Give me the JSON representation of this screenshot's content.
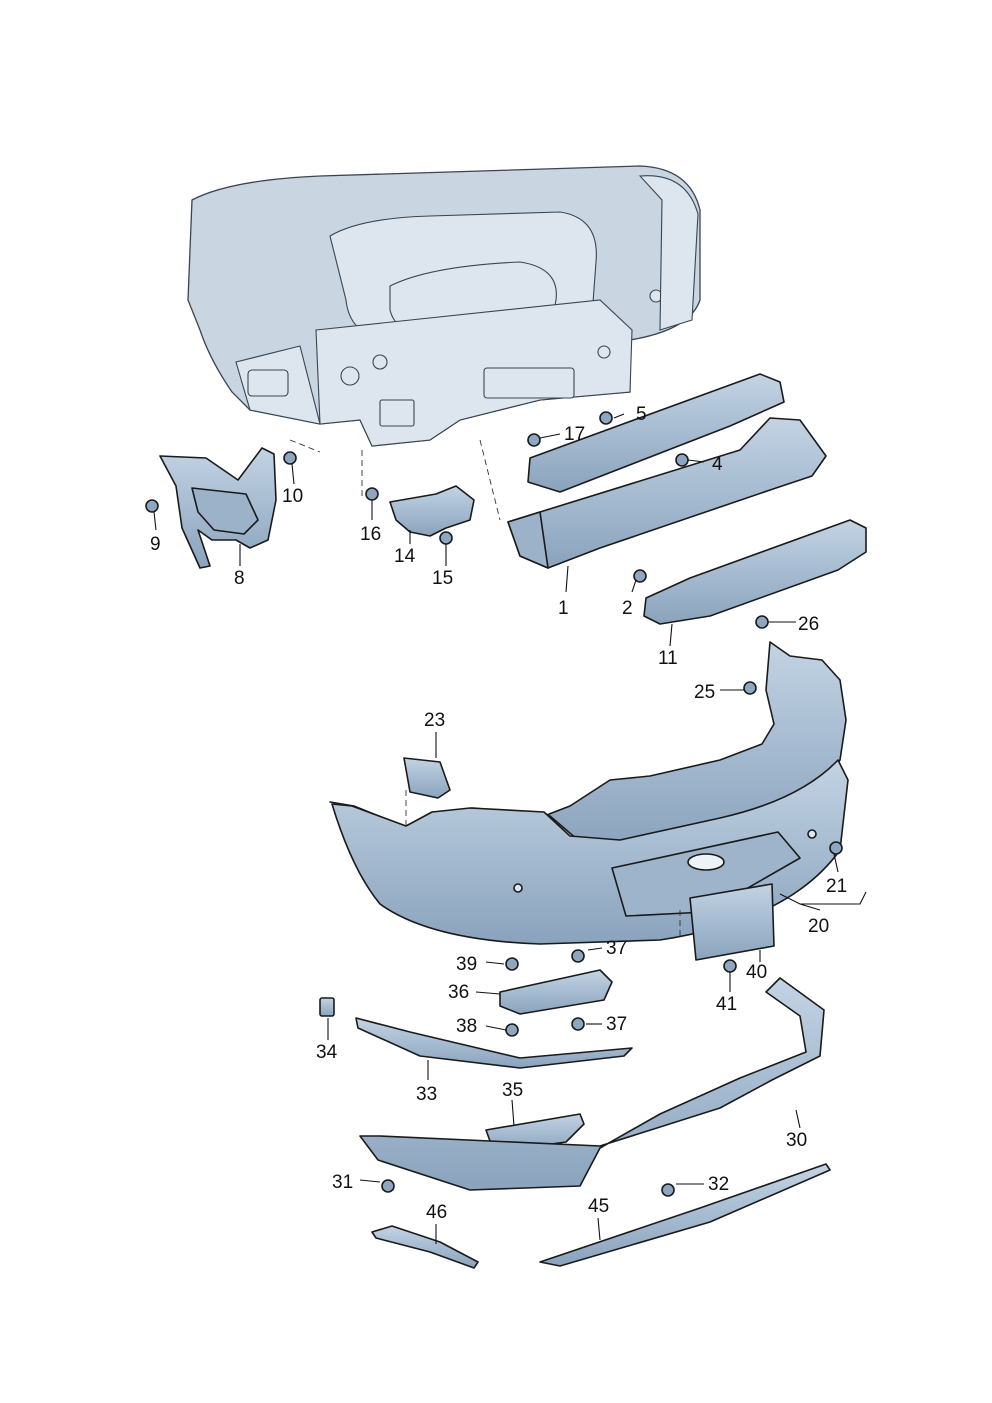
{
  "colors": {
    "part_fill": "#a9bed4",
    "part_fill_dark": "#8ea7c0",
    "body_fill": "#c9d6e2",
    "line": "#1a1a1a"
  },
  "callouts": [
    "1",
    "2",
    "4",
    "5",
    "8",
    "9",
    "10",
    "11",
    "14",
    "15",
    "16",
    "17",
    "20",
    "21",
    "23",
    "25",
    "26",
    "30",
    "31",
    "32",
    "33",
    "34",
    "35",
    "36",
    "37",
    "37",
    "38",
    "39",
    "40",
    "41",
    "45",
    "46"
  ]
}
